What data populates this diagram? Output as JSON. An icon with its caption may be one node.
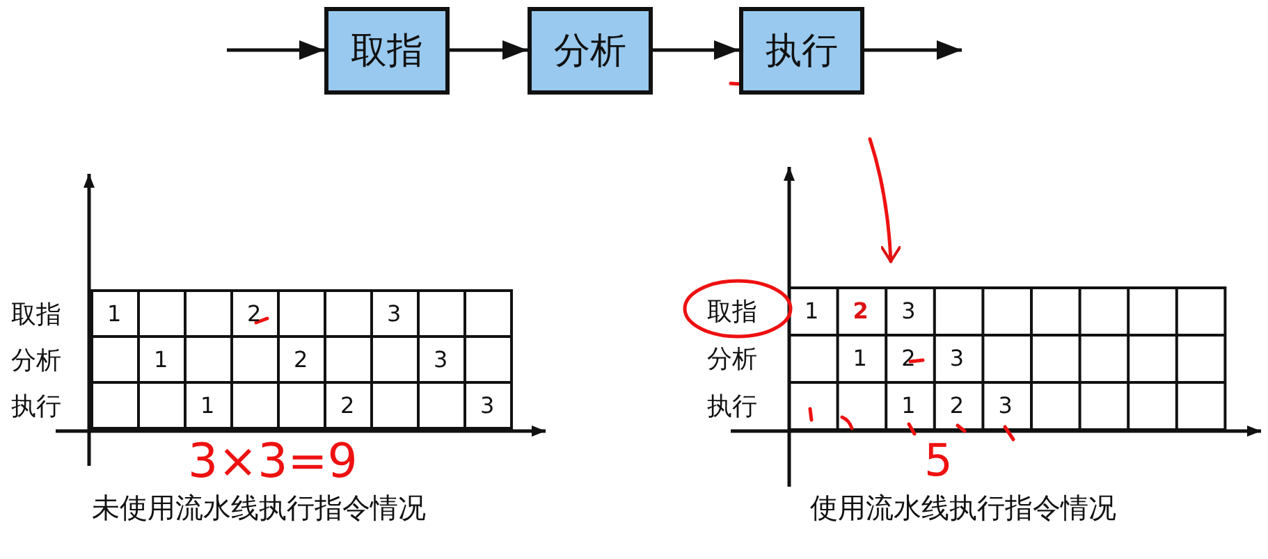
{
  "diagram": {
    "nodes": [
      {
        "text": [
          "取指"
        ]
      },
      {
        "text": [
          "分析"
        ]
      },
      {
        "text": [
          "执行"
        ]
      }
    ],
    "edges": [
      {
        "from": null,
        "to": 0,
        "arrow": "to"
      },
      {
        "from": 0,
        "to": 1,
        "arrow": "to"
      },
      {
        "from": 1,
        "to": 2,
        "arrow": "to"
      },
      {
        "from": 2,
        "to": null,
        "arrow": "to"
      }
    ],
    "labels": [
      "取指",
      "1",
      "2",
      "3",
      "分析",
      "1",
      "2",
      "3",
      "执行",
      "1",
      "2",
      "3",
      "3×3=9",
      "未使用流水线执行指令情况",
      "取指",
      "1",
      "2",
      "3",
      "分析",
      "1",
      "2",
      "3",
      "执行",
      "1",
      "2",
      "3",
      "5",
      "使用流水线执行指令情况"
    ]
  }
}
